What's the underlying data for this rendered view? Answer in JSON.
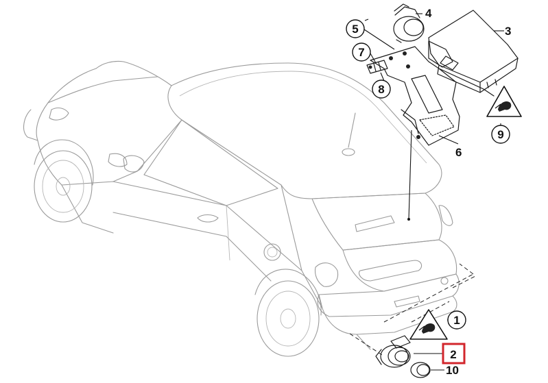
{
  "diagram": {
    "highlight_color": "#d2262c",
    "highlighted_callout": "2",
    "callouts": {
      "c1": "1",
      "c2": "2",
      "c3": "3",
      "c4": "4",
      "c5": "5",
      "c6": "6",
      "c7": "7",
      "c8": "8",
      "c9": "9",
      "c10": "10"
    }
  }
}
